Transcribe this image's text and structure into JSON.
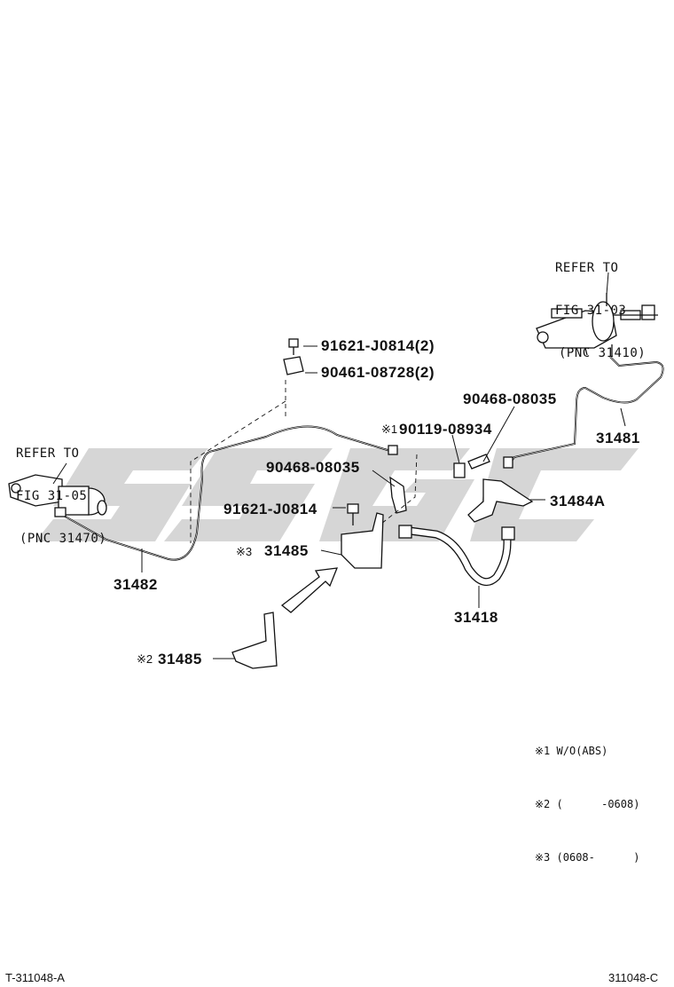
{
  "refs": {
    "right": [
      "REFER TO",
      "FIG 31-03",
      "(PNC 31410)"
    ],
    "left": [
      "REFER TO",
      "FIG 31-05",
      "(PNC 31470)"
    ]
  },
  "parts": {
    "p1": "91621-J0814(2)",
    "p2": "90461-08728(2)",
    "p3": "90468-08035",
    "p4": "90119-08934",
    "p5": "31481",
    "p6": "90468-08035",
    "p7": "31484A",
    "p8": "91621-J0814",
    "p9": "31485",
    "p10": "31482",
    "p11": "31418",
    "p12": "31485"
  },
  "markers": {
    "m1": "※1",
    "m3": "※3",
    "m2": "※2"
  },
  "notes": [
    {
      "mark": "※1",
      "text": "W/O(ABS)"
    },
    {
      "mark": "※2",
      "text": "(      -0608)"
    },
    {
      "mark": "※3",
      "text": "(0608-      )"
    }
  ],
  "footer": {
    "left": "T-311048-A",
    "right": "311048-C"
  }
}
